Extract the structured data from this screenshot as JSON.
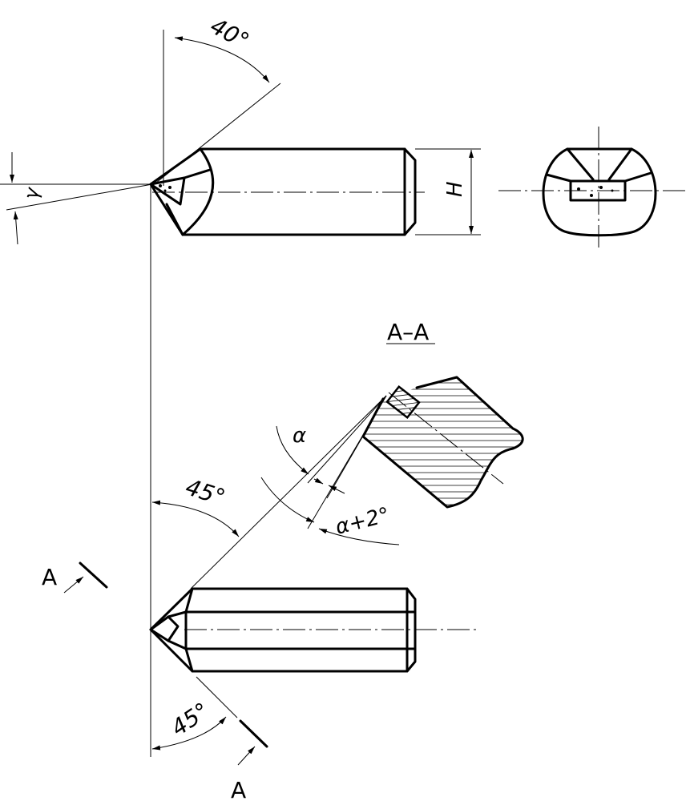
{
  "drawing": {
    "top_view": {
      "angle_label": "40°",
      "gamma_label": "γ",
      "height_label": "H"
    },
    "section": {
      "title": "A–A",
      "alpha_label": "α",
      "alpha_plus_label": "α+2°",
      "angle_label": "45°"
    },
    "bottom_view": {
      "angle_label": "45°",
      "cut_label_upper": "A",
      "cut_label_lower": "A"
    },
    "colors": {
      "ink": "#000000",
      "paper": "#ffffff"
    }
  }
}
